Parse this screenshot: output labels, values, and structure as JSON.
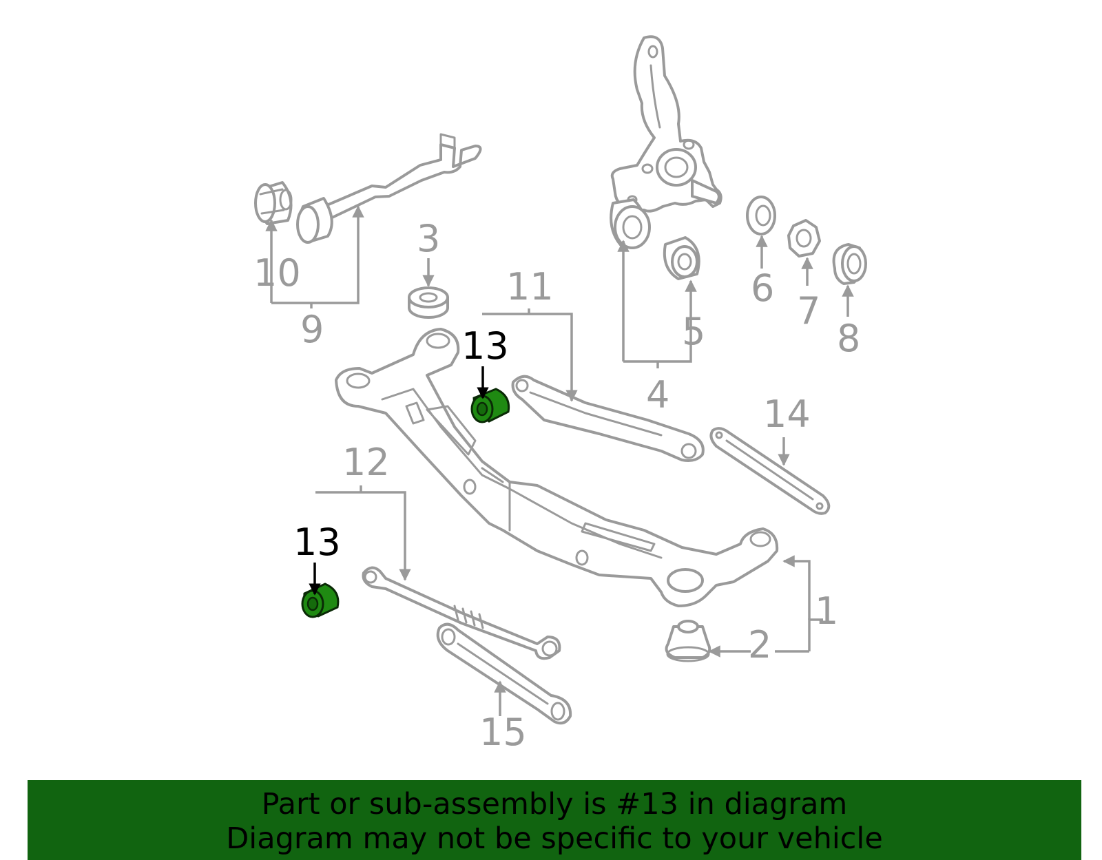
{
  "callouts": {
    "c1": "1",
    "c2": "2",
    "c3": "3",
    "c4": "4",
    "c5": "5",
    "c6": "6",
    "c7": "7",
    "c8": "8",
    "c9": "9",
    "c10": "10",
    "c11": "11",
    "c12": "12",
    "c13a": "13",
    "c13b": "13",
    "c14": "14",
    "c15": "15"
  },
  "banner": {
    "line1": "Part or sub-assembly is #13 in diagram",
    "line2": "Diagram may not be specific to your vehicle"
  },
  "colors": {
    "highlight": "#1f8a12",
    "banner_bg": "#116410",
    "outline": "#9a9a9a"
  }
}
